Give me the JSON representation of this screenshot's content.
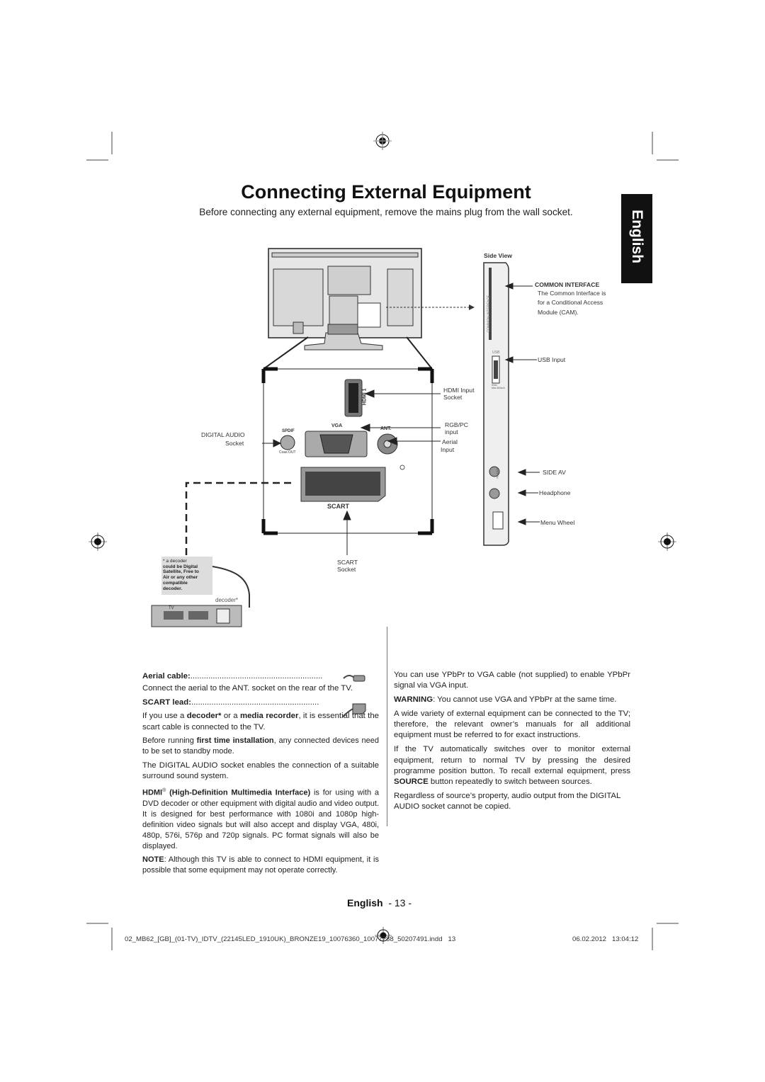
{
  "page": {
    "title": "Connecting External Equipment",
    "subtitle": "Before connecting any external equipment, remove the mains plug from the wall socket.",
    "language_tab": "English"
  },
  "diagram": {
    "side_view_title": "Side View",
    "common_interface_title": "COMMON INTERFACE",
    "common_interface_desc": [
      "The Common Interface is",
      "for a Conditional Access",
      "Module (CAM)."
    ],
    "usb_label": "USB Input",
    "hdmi_label": [
      "HDMI Input",
      "Socket"
    ],
    "rgb_label": [
      "RGB/PC",
      "input"
    ],
    "aerial_label": [
      "Aerial",
      "Input"
    ],
    "side_av_label": "SIDE AV",
    "headphone_label": "Headphone",
    "menu_wheel_label": "Menu Wheel",
    "digital_audio_label": [
      "DIGITAL AUDIO",
      "Socket"
    ],
    "scart_socket_label": [
      "SCART",
      "Socket"
    ],
    "panel_hdmi": "HDMI 1",
    "panel_vga": "VGA",
    "panel_ant": "ANT.",
    "panel_spdif": "SPDIF",
    "panel_coax": "Coax.OUT",
    "panel_scart": "SCART",
    "side_common_interface": "COMMON INTERFACE",
    "side_usb": "USB",
    "side_usb_small": "5Vdc\nMax.500mA",
    "side_av_vertical": "SIDE AV",
    "decoder_note": [
      "* a decoder",
      "could be Digital",
      "Satellite, Free to",
      "Air or any other",
      "compatible",
      "decoder."
    ],
    "decoder_label": "decoder*",
    "decoder_tv": "TV"
  },
  "left_column": {
    "aerial_cable_heading": "Aerial cable:",
    "aerial_cable_text": "Connect the aerial to the ANT. socket on the rear of the TV.",
    "scart_lead_heading": "SCART lead:",
    "para1_a": "If you use a ",
    "para1_b": "decoder*",
    "para1_c": " or a ",
    "para1_d": "media recorder",
    "para1_e": ", it is essential that the scart cable is connected to the TV.",
    "para2_a": "Before running ",
    "para2_b": "first time installation",
    "para2_c": ", any connected devices need to be set to standby mode.",
    "para3": "The DIGITAL AUDIO socket enables the connection of a suitable surround sound system.",
    "para4_a": "HDMI",
    "para4_reg": "®",
    "para4_b": " (High-Definition Multimedia Interface)",
    "para4_c": " is for using with a DVD decoder or other equipment with digital audio and video output. It is designed for best performance with 1080i and 1080p high-definition video signals but will also accept and display VGA, 480i, 480p, 576i, 576p and 720p signals. PC format signals will also be displayed.",
    "para5_a": "NOTE",
    "para5_b": ": Although this TV is able to connect to HDMI equipment, it is possible that some equipment may not operate correctly."
  },
  "right_column": {
    "para1": "You can use YPbPr to VGA cable (not supplied) to enable YPbPr signal via VGA input.",
    "para2_a": "WARNING",
    "para2_b": ": You cannot use VGA and YPbPr at the same time.",
    "para3": "A wide variety of external equipment can be connected to the TV; therefore, the relevant owner’s manuals for all additional equipment must be referred to for exact instructions.",
    "para4_a": "If the TV automatically switches over to monitor external equipment, return to normal TV by pressing the desired programme position button. To recall external equipment, press ",
    "para4_b": "SOURCE",
    "para4_c": " button repeatedly to switch between sources.",
    "para5": "Regardless of source’s property, audio output from the DIGITAL AUDIO socket cannot be copied."
  },
  "footer": {
    "language": "English",
    "page_number": "- 13 -",
    "file_slug": "02_MB62_[GB]_(01-TV)_IDTV_(22145LED_1910UK)_BRONZE19_10076360_10077288_50207491.indd   13",
    "timestamp": "06.02.2012   13:04:12"
  }
}
